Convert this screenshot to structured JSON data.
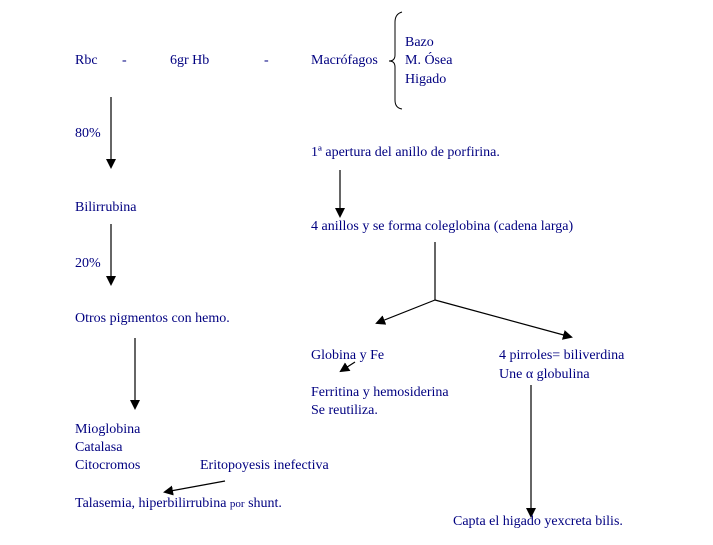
{
  "top_row": {
    "rbc": "Rbc",
    "dash1": "-",
    "hb": "6gr Hb",
    "dash2": "-",
    "macrofagos": "Macrófagos"
  },
  "organs": [
    "Bazo",
    "M. Ósea",
    "Higado"
  ],
  "left": {
    "pct80": "80%",
    "bilirrubina": "Bilirrubina",
    "pct20": "20%",
    "otros": "Otros pigmentos con hemo.",
    "products": [
      "Mioglobina",
      "Catalasa",
      "Citocromos"
    ],
    "eritopoyesis": "Eritopoyesis inefectiva",
    "talasemia": "Talasemia, hiperbilirrubina",
    "por": "por",
    "shunt": "shunt."
  },
  "right": {
    "apertura": "1ª apertura del anillo de porfirina.",
    "anillos": "4 anillos y se forma coleglobina (cadena larga)",
    "globina": "Globina y Fe",
    "ferritina": "Ferritina y hemosiderina",
    "reutiliza": "Se reutiliza.",
    "pirroles": "4 pirroles= biliverdina",
    "une": "Une α globulina",
    "capta": "Capta el higado yexcreta bilis."
  },
  "colors": {
    "text": "#000080",
    "arrow": "#000000"
  }
}
